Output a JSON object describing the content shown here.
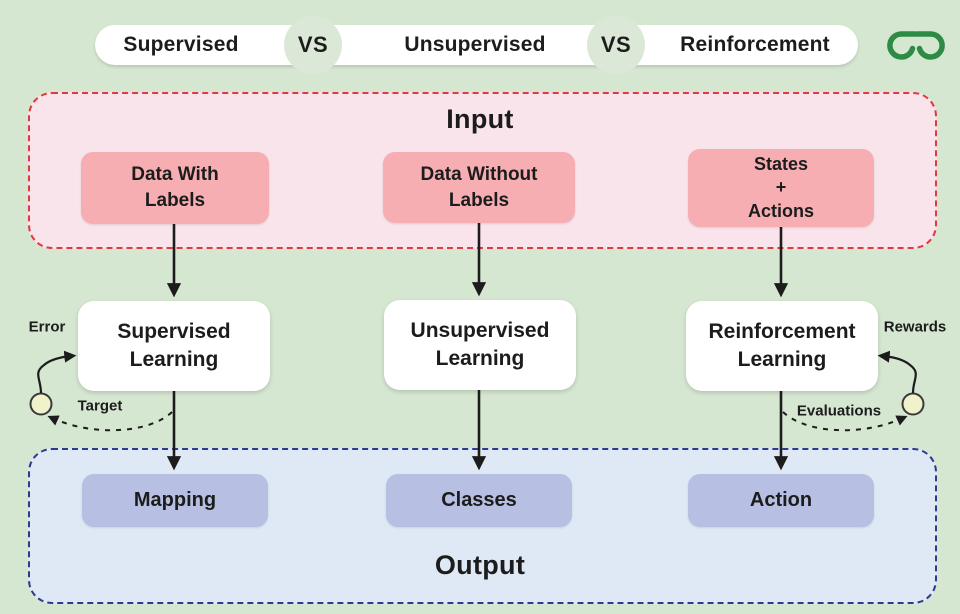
{
  "header": {
    "supervised_label": "Supervised",
    "vs_left": "VS",
    "unsupervised_label": "Unsupervised",
    "vs_right": "VS",
    "reinforcement_label": "Reinforcement",
    "logo_name": "geeksforgeeks"
  },
  "input_section": {
    "title": "Input",
    "boxes": [
      {
        "label": "Data With\nLabels"
      },
      {
        "label": "Data Without\nLabels"
      },
      {
        "label": "States\n+\nActions"
      }
    ]
  },
  "model_row": {
    "boxes": [
      {
        "label": "Supervised\nLearning"
      },
      {
        "label": "Unsupervised\nLearning"
      },
      {
        "label": "Reinforcement\nLearning"
      }
    ]
  },
  "feedback": {
    "left": {
      "top_label": "Error",
      "bottom_label": "Target"
    },
    "right": {
      "top_label": "Rewards",
      "bottom_label": "Evaluations"
    }
  },
  "output_section": {
    "title": "Output",
    "boxes": [
      {
        "label": "Mapping"
      },
      {
        "label": "Classes"
      },
      {
        "label": "Action"
      }
    ]
  },
  "colors": {
    "background": "#d6e7d1",
    "header_pill": "#ffffff",
    "vs_circle": "#dce8d7",
    "logo_green": "#2e8b46",
    "input_fill": "#f8e4ea",
    "input_border": "#df3a3e",
    "input_box_fill": "#f6aeb2",
    "model_box_fill": "#ffffff",
    "output_fill": "#dfe9f6",
    "output_border": "#2d3b8e",
    "output_box_fill": "#b7c0e2",
    "arrow": "#1c1c1c",
    "feedback_node_fill": "#f0f2cb"
  }
}
